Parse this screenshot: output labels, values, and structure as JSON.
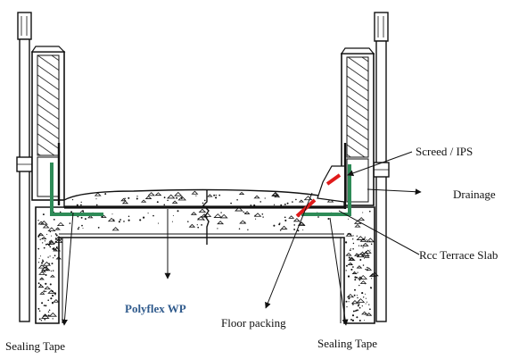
{
  "diagram": {
    "labels": {
      "screed": "Screed / IPS",
      "drainage": "Drainage",
      "rcc": "Rcc Terrace  Slab",
      "polyflex": "Polyflex WP",
      "floor_packing": "Floor packing",
      "sealing_tape_left": "Sealing Tape",
      "sealing_tape_right": "Sealing Tape"
    },
    "colors": {
      "ink": "#111111",
      "membrane": "#2e8b57",
      "sealant": "#e01b1b",
      "brand_text": "#2f5a8c"
    }
  }
}
